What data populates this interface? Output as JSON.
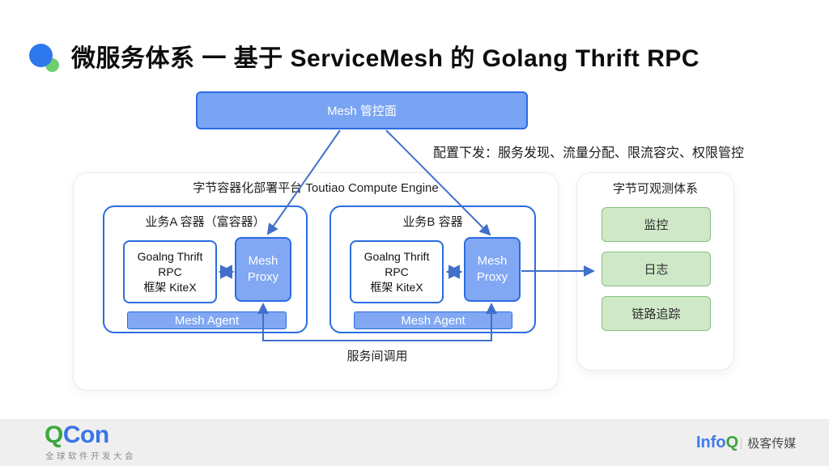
{
  "slide": {
    "title": "微服务体系 一 基于 ServiceMesh 的 Golang Thrift RPC",
    "config_note": "配置下发：服务发现、流量分配、限流容灾、权限管控"
  },
  "mesh_control_plane": {
    "label": "Mesh 管控面"
  },
  "compute_platform": {
    "title": "字节容器化部署平台 Toutiao Compute Engine",
    "containers": [
      {
        "title": "业务A 容器（富容器）",
        "rpc_lines": [
          "Goalng Thrift",
          "RPC",
          "框架 KiteX"
        ],
        "proxy_label": "Mesh Proxy",
        "agent_label": "Mesh Agent"
      },
      {
        "title": "业务B 容器",
        "rpc_lines": [
          "Goalng Thrift",
          "RPC",
          "框架 KiteX"
        ],
        "proxy_label": "Mesh Proxy",
        "agent_label": "Mesh Agent"
      }
    ],
    "interservice_label": "服务间调用"
  },
  "observability": {
    "title": "字节可观测体系",
    "items": [
      "监控",
      "日志",
      "链路追踪"
    ]
  },
  "footer": {
    "qcon_q": "Q",
    "qcon_con": "Con",
    "qcon_subtitle": "全球软件开发大会",
    "infoq_info": "Info",
    "infoq_q": "Q",
    "infoq_label": "极客传媒"
  },
  "colors": {
    "box_blue_fill": "#79a4f3",
    "box_blue_border": "#2b6ce2",
    "arrow_blue": "#4170cc",
    "green_fill": "#cfe9c8",
    "green_border": "#84c07e",
    "logo_blue": "#2e78ee",
    "logo_green": "#6fcf6f",
    "footer_gray": "#efefef"
  }
}
